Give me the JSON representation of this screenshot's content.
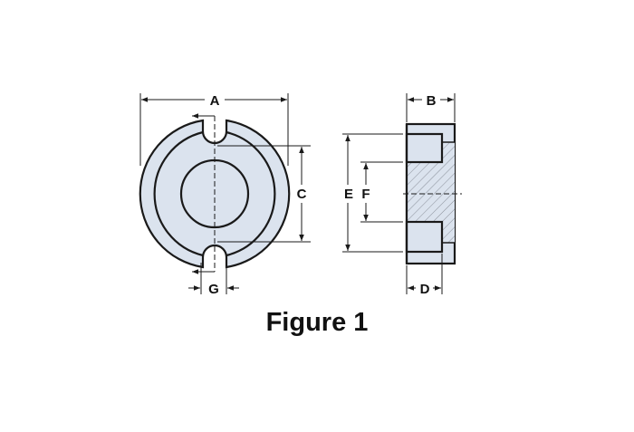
{
  "caption": "Figure 1",
  "dimension_labels": {
    "A": "A",
    "B": "B",
    "C": "C",
    "D": "D",
    "E": "E",
    "F": "F",
    "G": "G"
  },
  "colors": {
    "fill": "#dbe3ee",
    "stroke": "#1a1a1a",
    "hatch": "#8a8f99"
  }
}
